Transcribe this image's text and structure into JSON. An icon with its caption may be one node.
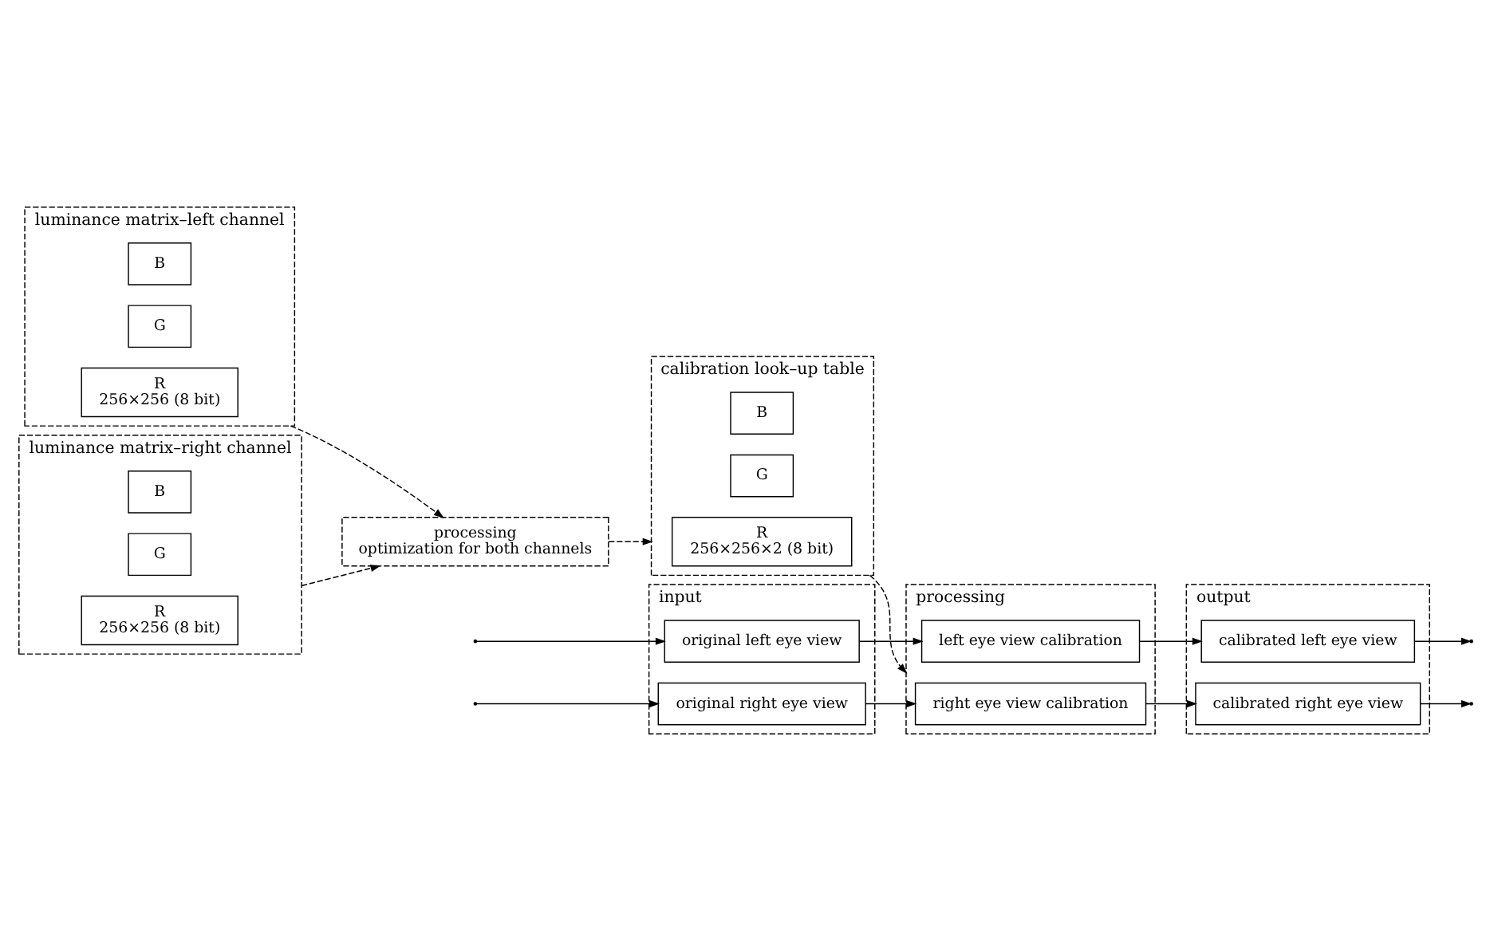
{
  "diagram": {
    "nodes": [
      {
        "text": [
          "luminance matrix–left channel"
        ]
      },
      {
        "text": [
          "B"
        ],
        "in": 0
      },
      {
        "text": [
          "G"
        ],
        "in": 0
      },
      {
        "text": [
          "R",
          "256×256 (8 bit)"
        ],
        "in": 0
      },
      {
        "text": [
          "processing",
          "optimization for both channels"
        ]
      },
      {
        "text": [
          "luminance matrix–right channel"
        ]
      },
      {
        "text": [
          "B"
        ],
        "in": 5
      },
      {
        "text": [
          "G"
        ],
        "in": 5
      },
      {
        "text": [
          "R",
          "256×256 (8 bit)"
        ],
        "in": 5
      },
      {
        "text": [
          "calibration look–up table"
        ]
      },
      {
        "text": [
          "B"
        ],
        "in": 9
      },
      {
        "text": [
          "G"
        ],
        "in": 9
      },
      {
        "text": [
          "R",
          "256×256×2 (8 bit)"
        ],
        "in": 9
      },
      {
        "text": [
          "input"
        ]
      },
      {
        "text": [
          "original left eye view"
        ],
        "in": 13
      },
      {
        "text": [
          "original right eye view"
        ],
        "in": 13
      },
      {
        "text": [
          "processing"
        ]
      },
      {
        "text": [
          "left eye view calibration"
        ],
        "in": 16
      },
      {
        "text": [
          "right eye view calibration"
        ],
        "in": 16
      },
      {
        "text": [
          "output"
        ]
      },
      {
        "text": [
          "calibrated left eye view"
        ],
        "in": 19
      },
      {
        "text": [
          "calibrated right eye view"
        ],
        "in": 19
      }
    ],
    "edges": [
      {
        "from": 0,
        "to": 4,
        "arrow": "to",
        "style": "dashed"
      },
      {
        "from": 5,
        "to": 4,
        "arrow": "to",
        "style": "dashed"
      },
      {
        "from": 4,
        "to": 9,
        "arrow": "to",
        "style": "dashed"
      },
      {
        "from": 9,
        "to": 16,
        "arrow": "to",
        "style": "dashed"
      },
      {
        "from": null,
        "to": 14,
        "arrow": "to"
      },
      {
        "from": null,
        "to": 15,
        "arrow": "to"
      },
      {
        "from": 14,
        "to": 17,
        "arrow": "to"
      },
      {
        "from": 15,
        "to": 18,
        "arrow": "to"
      },
      {
        "from": 17,
        "to": 20,
        "arrow": "to"
      },
      {
        "from": 18,
        "to": 21,
        "arrow": "to"
      },
      {
        "from": 20,
        "to": null,
        "arrow": "to"
      },
      {
        "from": 21,
        "to": null,
        "arrow": "to"
      }
    ]
  }
}
